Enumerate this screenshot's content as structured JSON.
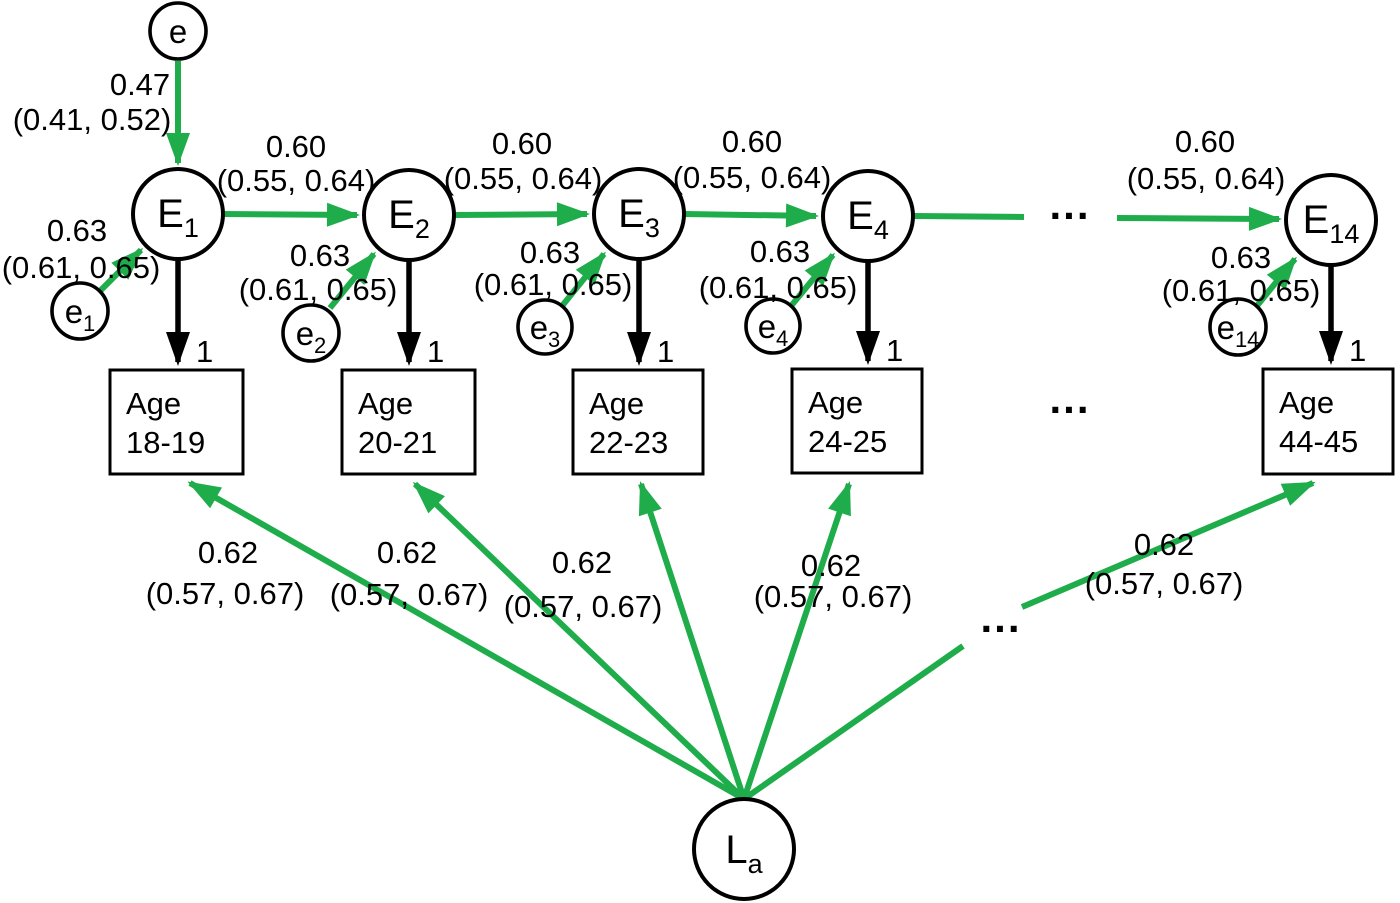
{
  "diagram": {
    "background": "#ffffff",
    "arrow_green": "#1ead4a",
    "arrow_black": "#000000"
  },
  "nodes": {
    "e_top": {
      "main": "e"
    },
    "E1": {
      "main": "E",
      "sub": "1"
    },
    "E2": {
      "main": "E",
      "sub": "2"
    },
    "E3": {
      "main": "E",
      "sub": "3"
    },
    "E4": {
      "main": "E",
      "sub": "4"
    },
    "E14": {
      "main": "E",
      "sub": "14"
    },
    "e1": {
      "main": "e",
      "sub": "1"
    },
    "e2": {
      "main": "e",
      "sub": "2"
    },
    "e3": {
      "main": "e",
      "sub": "3"
    },
    "e4": {
      "main": "e",
      "sub": "4"
    },
    "e14": {
      "main": "e",
      "sub": "14"
    },
    "La": {
      "main": "L",
      "sub": "a"
    }
  },
  "age_boxes": [
    {
      "line1": "Age",
      "line2": "18-19"
    },
    {
      "line1": "Age",
      "line2": "20-21"
    },
    {
      "line1": "Age",
      "line2": "22-23"
    },
    {
      "line1": "Age",
      "line2": "24-25"
    },
    {
      "line1": "Age",
      "line2": "44-45"
    }
  ],
  "edge_labels": {
    "e_to_E1": {
      "value": "0.47",
      "ci": "(0.41, 0.52)"
    },
    "autoregressive": [
      {
        "value": "0.60",
        "ci": "(0.55, 0.64)"
      },
      {
        "value": "0.60",
        "ci": "(0.55, 0.64)"
      },
      {
        "value": "0.60",
        "ci": "(0.55, 0.64)"
      },
      {
        "value": "0.60",
        "ci": "(0.55, 0.64)"
      }
    ],
    "residual": [
      {
        "value": "0.63",
        "ci": "(0.61, 0.65)"
      },
      {
        "value": "0.63",
        "ci": "(0.61, 0.65)"
      },
      {
        "value": "0.63",
        "ci": "(0.61, 0.65)"
      },
      {
        "value": "0.63",
        "ci": "(0.61, 0.65)"
      },
      {
        "value": "0.63",
        "ci": "(0.61, 0.65)"
      }
    ],
    "factor_loadings": [
      {
        "value": "0.62",
        "ci": "(0.57, 0.67)"
      },
      {
        "value": "0.62",
        "ci": "(0.57, 0.67)"
      },
      {
        "value": "0.62",
        "ci": "(0.57, 0.67)"
      },
      {
        "value": "0.62",
        "ci": "(0.57, 0.67)"
      },
      {
        "value": "0.62",
        "ci": "(0.57, 0.67)"
      }
    ],
    "unit_loadings": [
      "1",
      "1",
      "1",
      "1",
      "1"
    ],
    "ellipsis": {
      "top": "...",
      "middle": "...",
      "bottom": "..."
    }
  }
}
